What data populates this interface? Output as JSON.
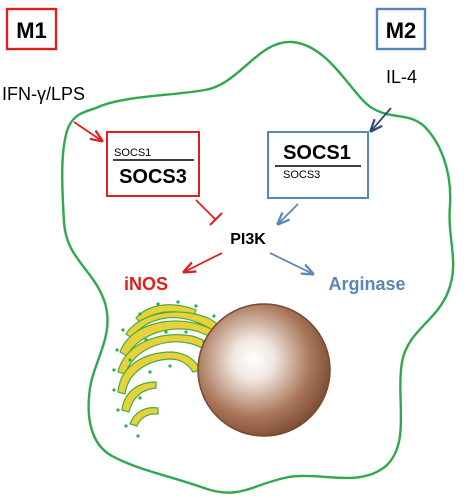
{
  "labels": {
    "m1": "M1",
    "m2": "M2",
    "m1_stimulus": "IFN-γ/LPS",
    "m2_stimulus": "IL-4",
    "m1_box_minor": "SOCS1",
    "m1_box_major": "SOCS3",
    "m2_box_major": "SOCS1",
    "m2_box_minor": "SOCS3",
    "pi3k": "PI3K",
    "inos": "iNOS",
    "arginase": "Arginase"
  },
  "colors": {
    "m1": "#e02020",
    "m2": "#5a86b6",
    "membrane": "#2fa84f",
    "il4_arrow": "#2b4a6e",
    "inos_text": "#e02020",
    "arginase_text": "#5a86b6",
    "nucleus_outer": "#8a5a3a",
    "nucleus_inner": "#ffffff",
    "golgi_fill": "#e8d23a",
    "golgi_edge": "#4aa84a"
  }
}
